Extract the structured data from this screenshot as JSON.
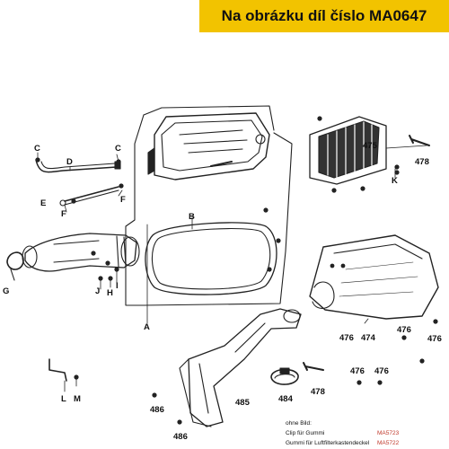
{
  "banner": {
    "text": "Na obrázku díl číslo MA0647",
    "color": "#f2c300"
  },
  "labels": {
    "C1": "C",
    "C2": "C",
    "D": "D",
    "E": "E",
    "F1": "F",
    "F2": "F",
    "B": "B",
    "A": "A",
    "G": "G",
    "J": "J",
    "H": "H",
    "I": "I",
    "K": "K",
    "L": "L",
    "M": "M",
    "p475": "475",
    "p478a": "478",
    "p474": "474",
    "p476a": "476",
    "p476b": "476",
    "p476c": "476",
    "p476d": "476",
    "p476e": "476",
    "p484": "484",
    "p478b": "478",
    "p485": "485",
    "p486a": "486",
    "p486b": "486"
  },
  "notes": {
    "heading": "ohne Bild:",
    "rows": [
      {
        "desc": "Clip für Gummi",
        "code": "MA5723"
      },
      {
        "desc": "Gummi für Luftfilterkastendeckel",
        "code": "MA5722"
      }
    ],
    "code_color": "#c0392b"
  }
}
